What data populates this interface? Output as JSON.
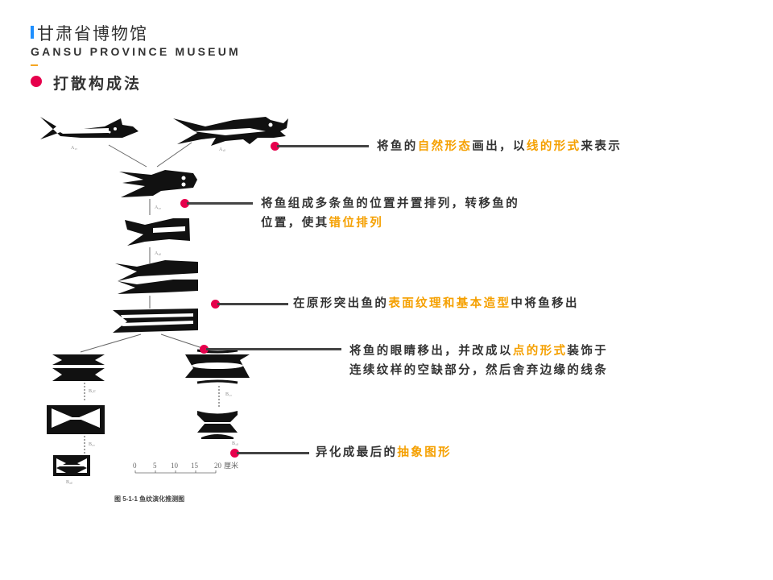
{
  "brand": {
    "name_cn": "甘肃省博物馆",
    "name_en": "GANSU PROVINCE MUSEUM",
    "accent_color": "#1e8fff",
    "underline_color": "#f5a623"
  },
  "section": {
    "title": "打散构成法",
    "dot_color": "#e6004c"
  },
  "figure": {
    "labels": [
      "A₁ₐ",
      "A₁ᵦ",
      "A₂ₐ",
      "A₂ᵦ",
      "B₁ₐ",
      "B₁ᵦ",
      "B₁c",
      "B₂ₐ",
      "B₂ᵦ"
    ],
    "scale_ticks": [
      "0",
      "5",
      "10",
      "15",
      "20"
    ],
    "scale_unit": "厘米",
    "caption": "图 5-1-1   鱼纹演化推测图"
  },
  "callouts": [
    {
      "parts": [
        {
          "text": "将鱼的",
          "hl": false
        },
        {
          "text": "自然形态",
          "hl": true
        },
        {
          "text": "画出，以",
          "hl": false
        },
        {
          "text": "线的形式",
          "hl": true
        },
        {
          "text": "来表示",
          "hl": false
        }
      ]
    },
    {
      "lines": [
        [
          {
            "text": "将鱼组成多条鱼的位置并置排列，转移鱼的",
            "hl": false
          }
        ],
        [
          {
            "text": "位置，使其",
            "hl": false
          },
          {
            "text": "错位排列",
            "hl": true
          }
        ]
      ]
    },
    {
      "parts": [
        {
          "text": "在原形突出鱼的",
          "hl": false
        },
        {
          "text": "表面纹理和基本造型",
          "hl": true
        },
        {
          "text": "中将鱼移出",
          "hl": false
        }
      ]
    },
    {
      "lines": [
        [
          {
            "text": "将鱼的眼睛移出，并改成以",
            "hl": false
          },
          {
            "text": "点的形式",
            "hl": true
          },
          {
            "text": "装饰于",
            "hl": false
          }
        ],
        [
          {
            "text": "连续纹样的空缺部分，然后舍弃边缘的线条",
            "hl": false
          }
        ]
      ]
    },
    {
      "parts": [
        {
          "text": "异化成最后的",
          "hl": false
        },
        {
          "text": "抽象图形",
          "hl": true
        }
      ]
    }
  ],
  "colors": {
    "highlight": "#f5a000",
    "text": "#333333",
    "line": "#444444"
  }
}
